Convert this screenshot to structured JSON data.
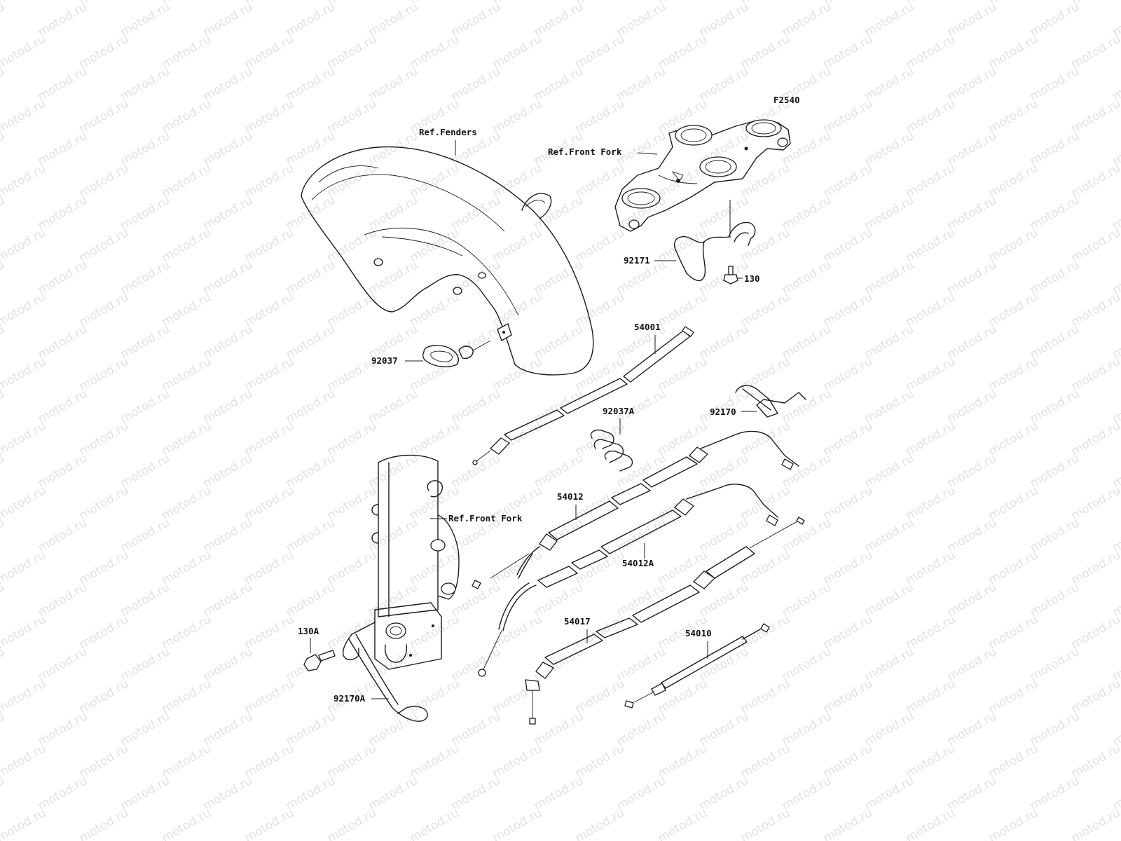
{
  "diagram": {
    "code": "F2540",
    "watermark": "motod.ru",
    "references": {
      "fenders": "Ref.Fenders",
      "front_fork_top": "Ref.Front Fork",
      "front_fork_leg": "Ref.Front Fork"
    },
    "parts": {
      "p92171": "92171",
      "p130": "130",
      "p54001": "54001",
      "p92037": "92037",
      "p92037A": "92037A",
      "p92170": "92170",
      "p54012": "54012",
      "p54012A": "54012A",
      "p54017": "54017",
      "p54010": "54010",
      "p130A": "130A",
      "p92170A": "92170A"
    }
  }
}
